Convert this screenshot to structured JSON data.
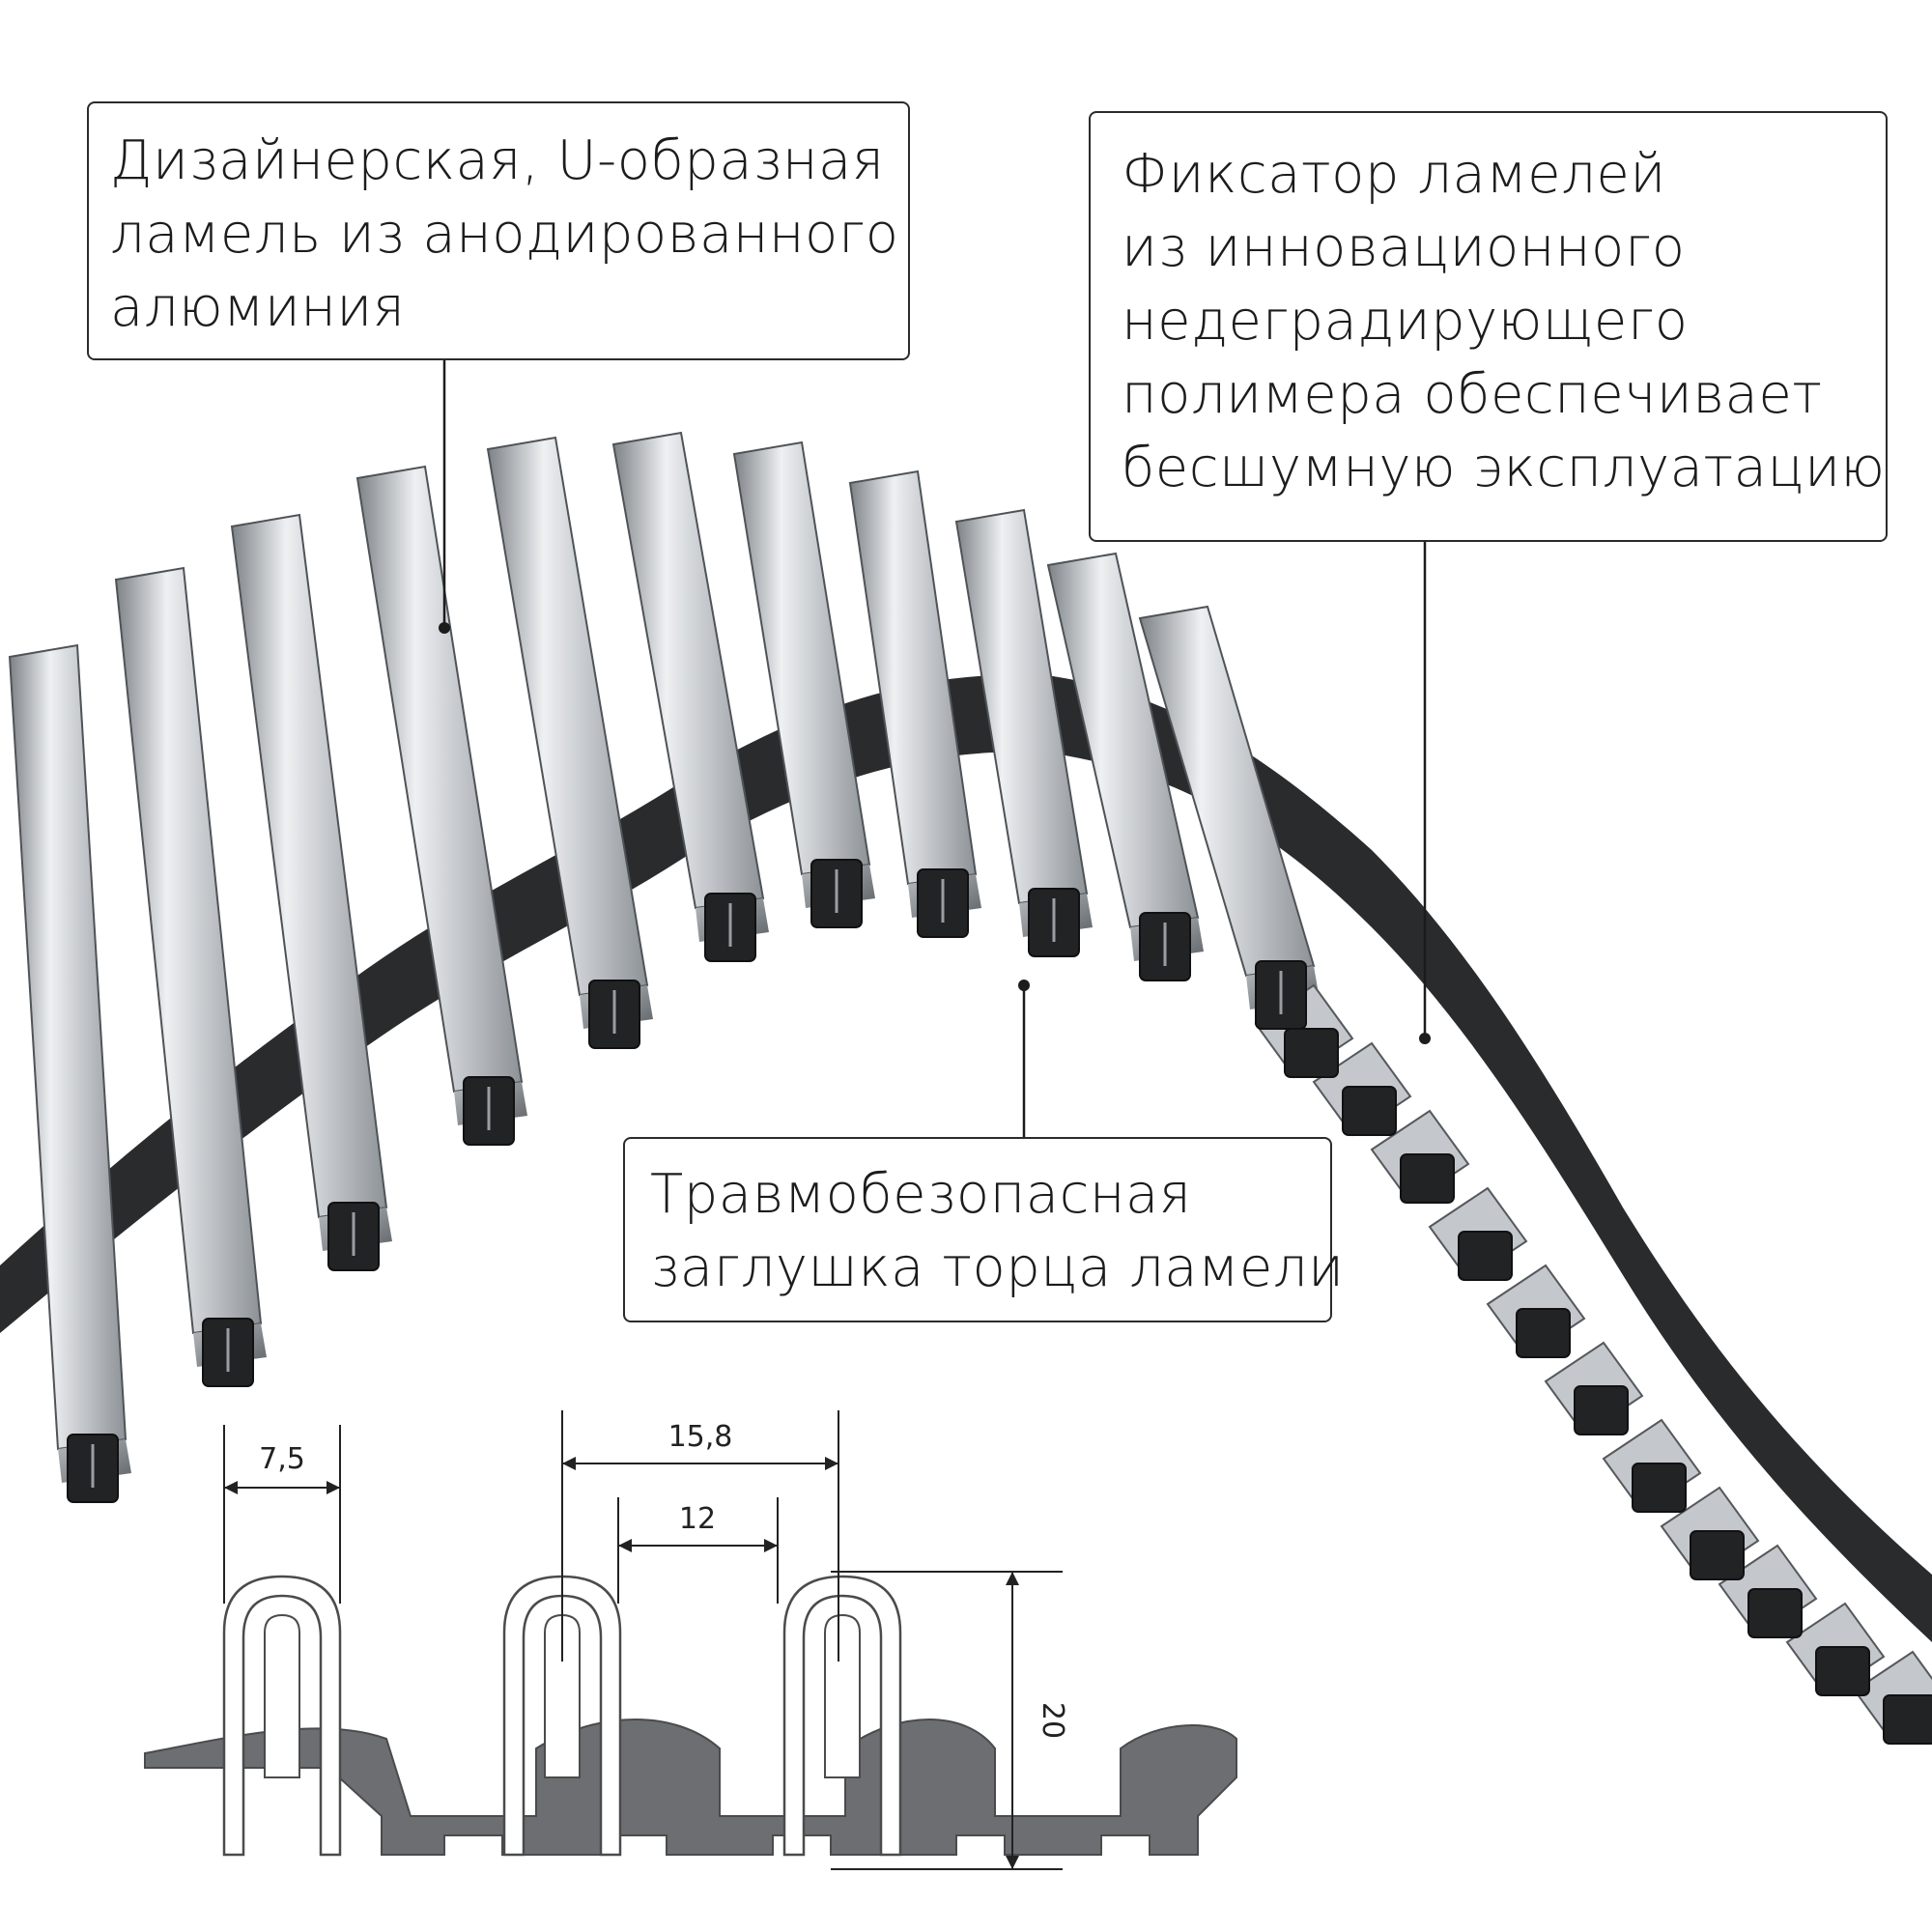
{
  "callouts": {
    "slat": {
      "lines": [
        "Дизайнерская, U-образная",
        "ламель из анодированного",
        "алюминия"
      ]
    },
    "lock": {
      "lines": [
        "Фиксатор ламелей",
        "из инновационного",
        "недеградирующего",
        "полимера обеспечивает",
        "бесшумную эксплуатацию"
      ]
    },
    "cap": {
      "lines": [
        "Травмобезопасная",
        "заглушка торца ламели"
      ]
    }
  },
  "dimensions": {
    "slat_width": "7,5",
    "pitch": "15,8",
    "gap": "12",
    "height": "20"
  },
  "colors": {
    "aluminium_light": "#e9ecef",
    "aluminium_mid": "#a9aeb3",
    "aluminium_dark": "#6f7479",
    "polymer": "#2a2b2d",
    "section_fill": "#6d6e71",
    "line": "#1c1c1c"
  }
}
